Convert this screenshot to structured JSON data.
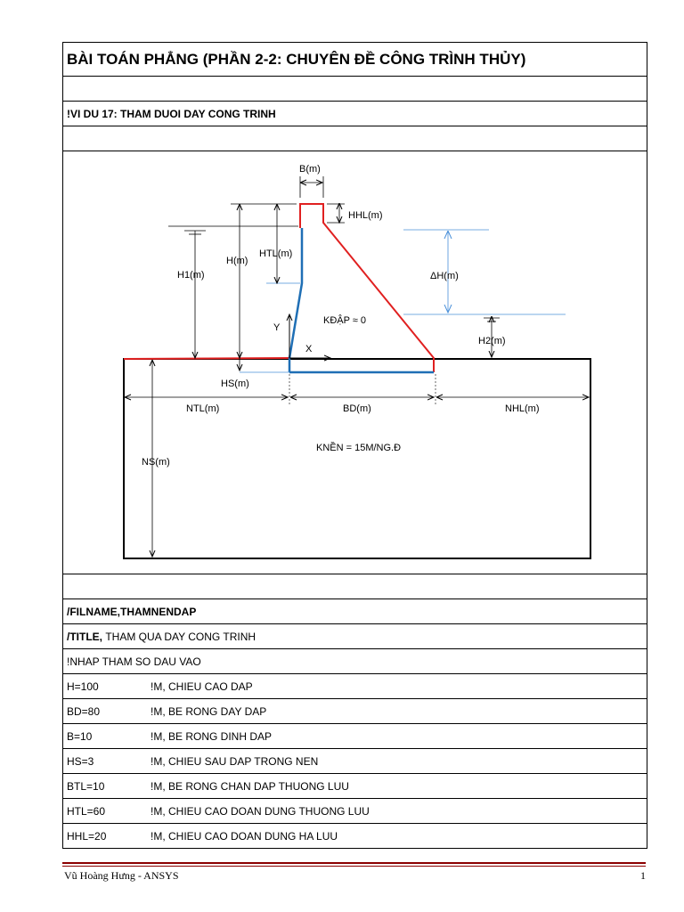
{
  "doc": {
    "title": "BÀI TOÁN PHẲNG (PHẦN 2-2: CHUYÊN ĐỀ CÔNG TRÌNH THỦY)",
    "example": "!VI DU 17: THAM DUOI DAY CONG TRINH",
    "filename": "/FILNAME,THAMNENDAP",
    "title_cmd": "/TITLE, THAM QUA DAY CONG TRINH",
    "input_header": "!NHAP THAM SO DAU VAO"
  },
  "figure": {
    "labels": {
      "b": "B(m)",
      "hhl": "HHL(m)",
      "h": "H(m)",
      "htl": "HTL(m)",
      "h1": "H1(m)",
      "dh": "ΔH(m)",
      "y": "Y",
      "x": "X",
      "kdap": "KĐẬP ≈ 0",
      "h2": "H2(m)",
      "hs": "HS(m)",
      "ntl": "NTL(m)",
      "bd": "BD(m)",
      "nhl": "NHL(m)",
      "knen": "KNỀN = 15M/NG.Đ",
      "ns": "NS(m)"
    }
  },
  "params": [
    {
      "name": "H=100",
      "comment": "!M, CHIEU CAO DAP"
    },
    {
      "name": "BD=80",
      "comment": "!M, BE RONG DAY DAP"
    },
    {
      "name": "B=10",
      "comment": "!M, BE RONG DINH DAP"
    },
    {
      "name": "HS=3",
      "comment": "!M, CHIEU SAU DAP TRONG NEN"
    },
    {
      "name": "BTL=10",
      "comment": "!M, BE RONG CHAN DAP THUONG LUU"
    },
    {
      "name": "HTL=60",
      "comment": "!M, CHIEU CAO DOAN DUNG THUONG LUU"
    },
    {
      "name": "HHL=20",
      "comment": "!M, CHIEU CAO DOAN DUNG HA LUU"
    }
  ],
  "footer": {
    "author": "Vũ Hoàng Hưng - ANSYS",
    "page": "1"
  },
  "colors": {
    "dam_red": "#e02020",
    "dam_blue": "#1f6fb5",
    "water_blue": "#4a90d9",
    "footer_rule": "#8b0000"
  }
}
